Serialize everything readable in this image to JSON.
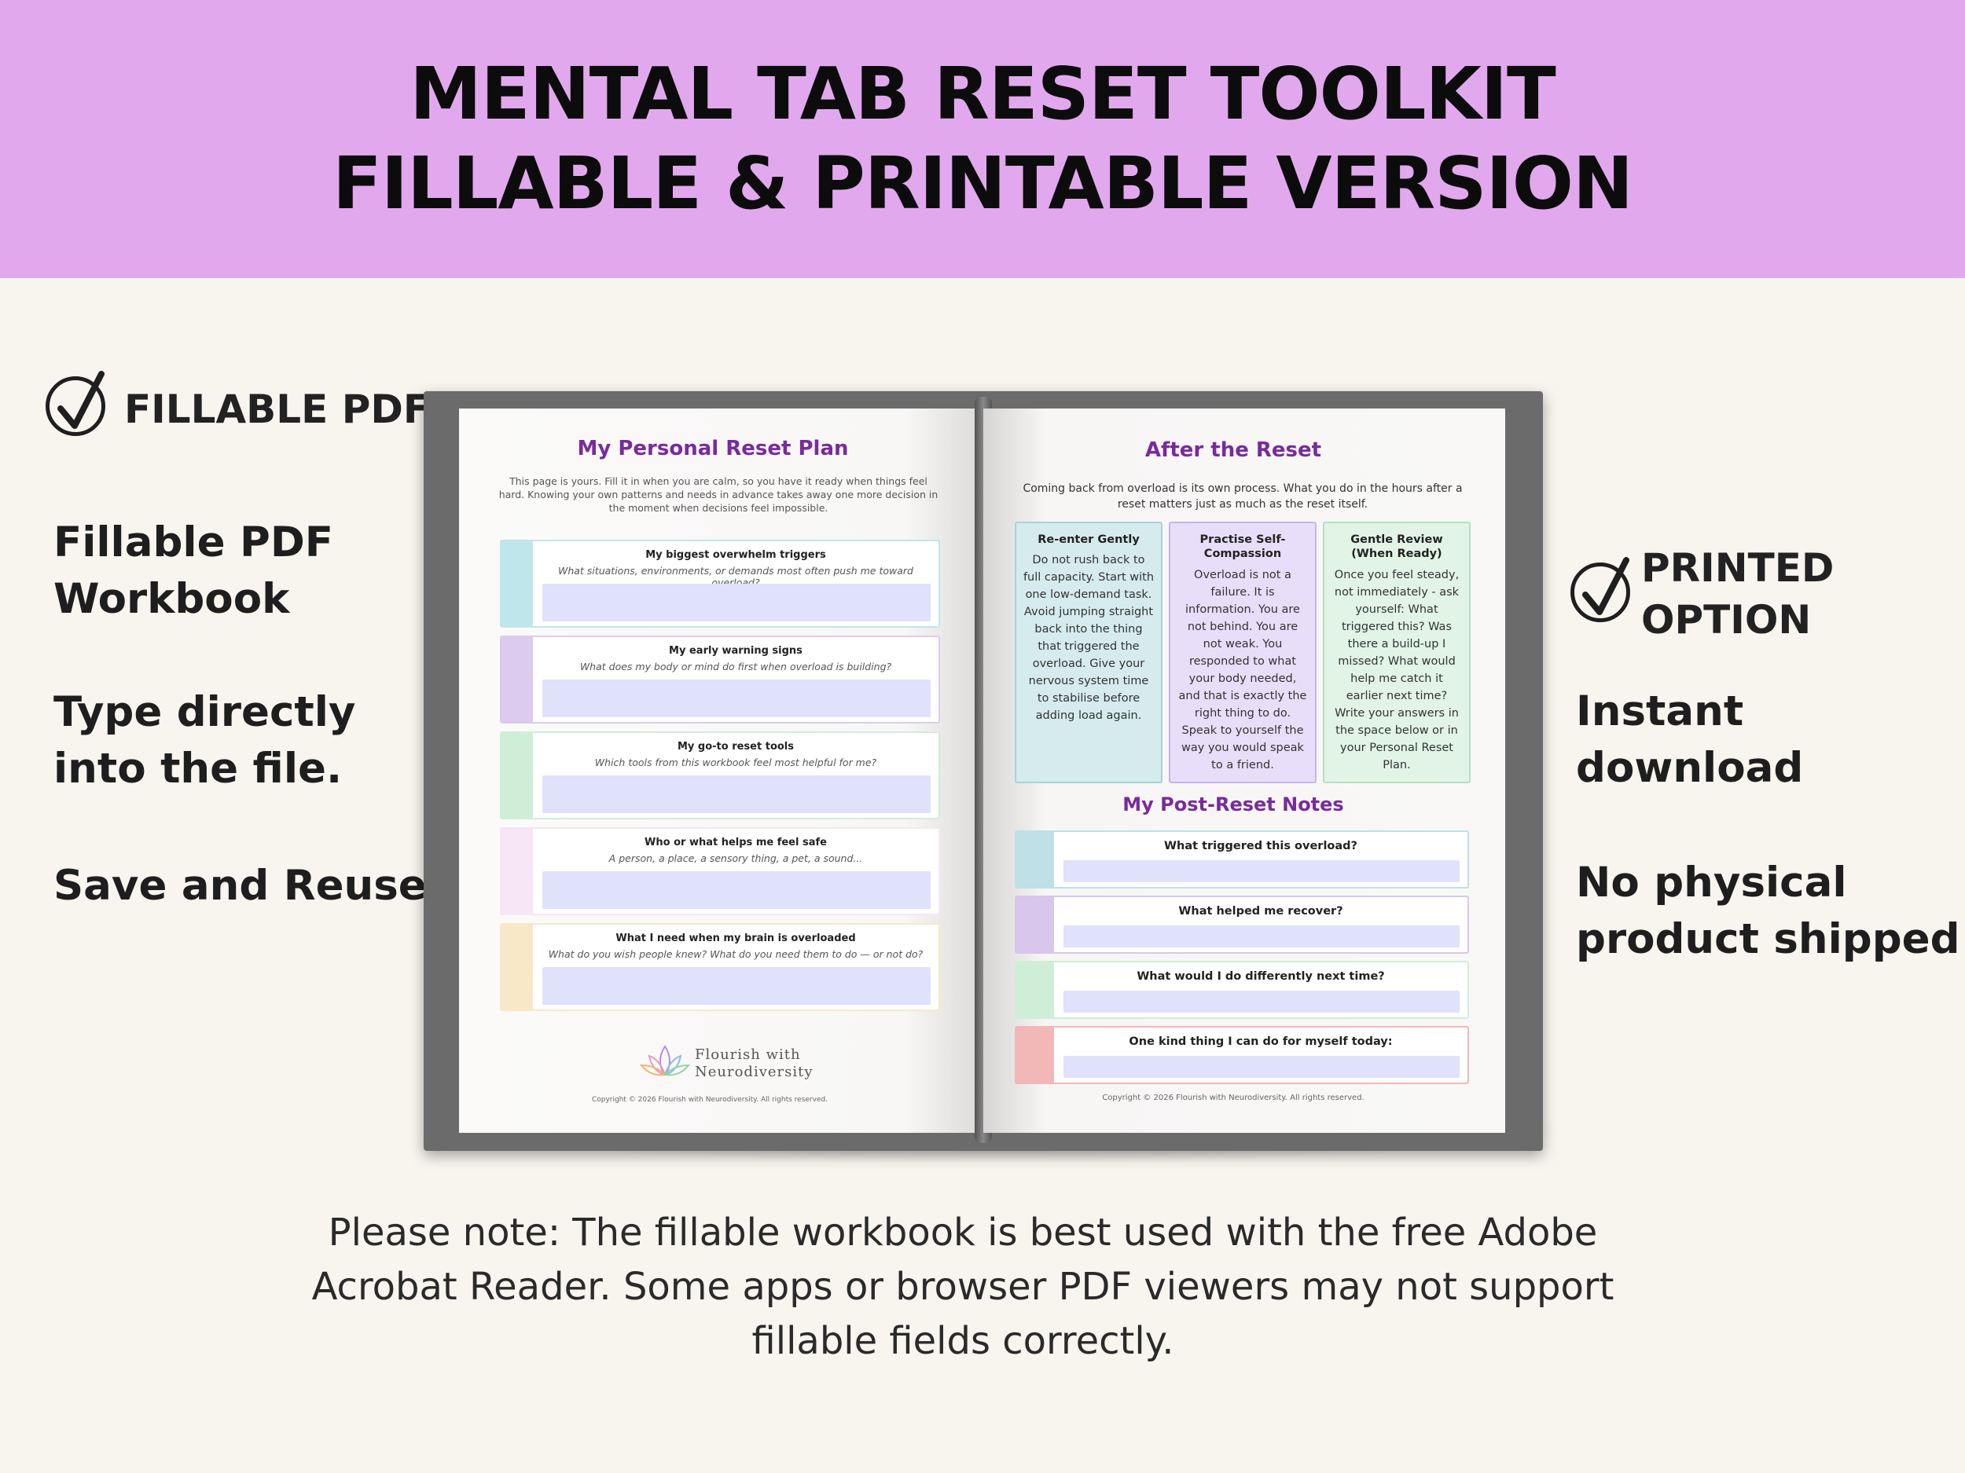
{
  "banner": {
    "line1": "MENTAL TAB RESET TOOLKIT",
    "line2": "FILLABLE & PRINTABLE VERSION"
  },
  "left_features": {
    "heading": "FILLABLE PDF",
    "items": [
      {
        "line1": "Fillable PDF",
        "line2": "Workbook"
      },
      {
        "line1": "Type directly",
        "line2": "into the file."
      },
      {
        "line1": "Save and Reuse.",
        "line2": ""
      }
    ]
  },
  "right_features": {
    "heading1": "PRINTED",
    "heading2": "OPTION",
    "items": [
      {
        "line1": "Instant",
        "line2": "download"
      },
      {
        "line1": "No physical",
        "line2": "product shipped"
      }
    ]
  },
  "note": "Please note: The fillable workbook is best used with the free Adobe Acrobat Reader. Some apps or browser PDF viewers may not support fillable fields correctly.",
  "left_page": {
    "title": "My Personal Reset Plan",
    "intro": "This page is yours. Fill it in when you are calm, so you have it ready when things feel hard. Knowing your own patterns and needs in advance takes away one more decision in the moment when decisions feel impossible.",
    "sections": [
      {
        "question": "My biggest overwhelm triggers",
        "prompt": "What situations, environments, or demands most often push me toward overload?",
        "color": "#bfe6ea"
      },
      {
        "question": "My early warning signs",
        "prompt": "What does my body or mind do first when overload is building?",
        "color": "#dccbee"
      },
      {
        "question": "My go-to reset tools",
        "prompt": "Which tools from this workbook feel most helpful for me?",
        "color": "#cfeed8"
      },
      {
        "question": "Who or what helps me feel safe",
        "prompt": "A person, a place, a sensory thing, a pet, a sound...",
        "color": "#f6e6f6"
      },
      {
        "question": "What I need when my brain is overloaded",
        "prompt": "What do you wish people knew? What do you need them to do — or not do?",
        "color": "#f8e8c8"
      }
    ],
    "logo_line1": "Flourish with",
    "logo_line2": "Neurodiversity",
    "copyright": "Copyright © 2026 Flourish with Neurodiversity. All rights reserved."
  },
  "right_page": {
    "title": "After the Reset",
    "intro": "Coming back from overload is its own process. What you do in the hours after a reset matters just as much as the reset itself.",
    "columns": [
      {
        "heading": "Re-enter Gently",
        "body": "Do not rush back to full capacity. Start with one low-demand task. Avoid jumping straight back into the thing that triggered the overload. Give your nervous system time to stabilise before adding load again.",
        "bg": "#d6ebee",
        "border": "#a9d3d9"
      },
      {
        "heading": "Practise Self-Compassion",
        "body": "Overload is not a failure. It is information. You are not behind. You are not weak. You responded to what your body needed, and that is exactly the right thing to do. Speak to yourself the way you would speak to a friend.",
        "bg": "#e8defa",
        "border": "#c8b4ee"
      },
      {
        "heading": "Gentle Review (When Ready)",
        "body": "Once you feel steady, not immediately - ask yourself: What triggered this? Was there a build-up I missed? What would help me catch it earlier next time? Write your answers in the space below or in your Personal Reset Plan.",
        "bg": "#e2f4e6",
        "border": "#b4e0c0"
      }
    ],
    "notes_title": "My Post-Reset Notes",
    "notes": [
      {
        "question": "What triggered this overload?",
        "color": "#bfe0e6"
      },
      {
        "question": "What helped me recover?",
        "color": "#d8c6ec"
      },
      {
        "question": "What would I do differently next time?",
        "color": "#cfeed8"
      },
      {
        "question": "One kind thing I can do for myself today:",
        "color": "#f2b8b8"
      }
    ],
    "copyright": "Copyright © 2026 Flourish with Neurodiversity. All rights reserved."
  }
}
